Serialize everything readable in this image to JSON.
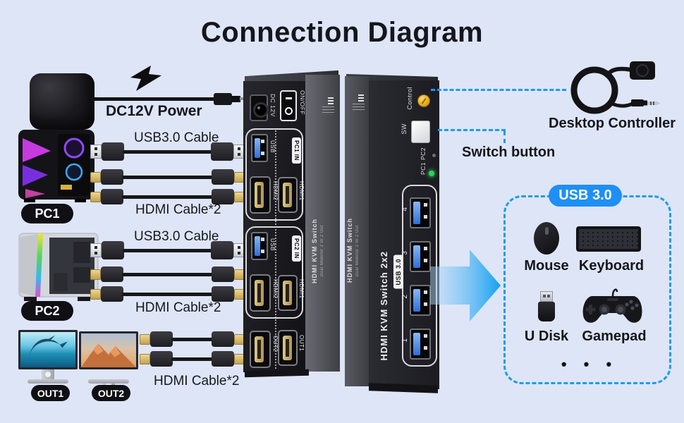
{
  "title": "Connection Diagram",
  "colors": {
    "background": "#dee5f7",
    "accent_blue": "#1e9ce8",
    "badge_blue": "#1f8ff5",
    "led_green": "#2ed157",
    "control_yellow": "#e3a014"
  },
  "power": {
    "label": "DC12V Power"
  },
  "computers": {
    "pc1": "PC1",
    "pc2": "PC2"
  },
  "monitors": {
    "out1": "OUT1",
    "out2": "OUT2"
  },
  "cables": {
    "usb_pc1": "USB3.0 Cable",
    "hdmi_pc1": "HDMI Cable*2",
    "usb_pc2": "USB3.0 Cable",
    "hdmi_pc2": "HDMI Cable*2",
    "hdmi_out": "HDMI Cable*2"
  },
  "device_back": {
    "dc_port": "DC 12V",
    "power_switch": "ON/OFF",
    "pc1_in": {
      "tag": "PC1 IN",
      "usb": "USB",
      "hdmi2": "HDMI2",
      "hdmi1": "HDMI1"
    },
    "pc2_in": {
      "tag": "PC2 IN",
      "usb": "USB",
      "hdmi2": "HDMI2",
      "hdmi1": "HDMI1"
    },
    "out2": "OUT2",
    "out1": "OUT1",
    "side_title": "HDMI KVM Switch",
    "side_subtitle": "Dual Monitor 2 In 2 Out"
  },
  "device_front": {
    "control": "Control",
    "switch": "SW",
    "led_label": "PC1 PC2",
    "model": "HDMI KVM Switch 2x2",
    "usb_badge": "USB 3.0",
    "ports": [
      "4",
      "3",
      "2",
      "1"
    ],
    "side_title": "HDMI KVM Switch",
    "side_subtitle": "Dual Monitor 2 In 2 Out"
  },
  "annotations": {
    "desktop_controller": "Desktop Controller",
    "switch_button": "Switch button"
  },
  "usb_box": {
    "badge": "USB 3.0",
    "items": [
      "Mouse",
      "Keyboard",
      "U Disk",
      "Gamepad"
    ],
    "more": "• • •"
  }
}
